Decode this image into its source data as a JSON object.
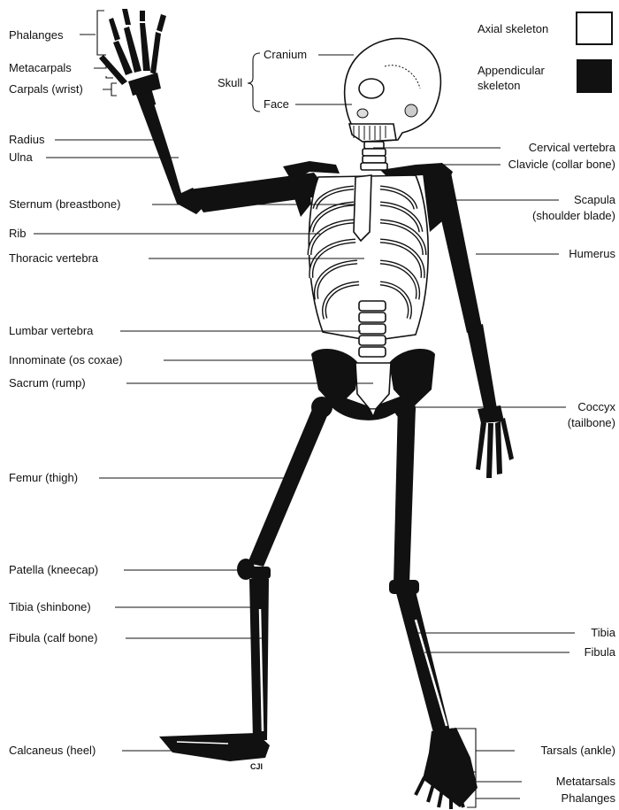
{
  "legend": {
    "axial": "Axial skeleton",
    "appendicular_line1": "Appendicular",
    "appendicular_line2": "skeleton",
    "axial_color": "#ffffff",
    "appendicular_color": "#111111"
  },
  "labels_left": {
    "phalanges": "Phalanges",
    "metacarpals": "Metacarpals",
    "carpals": "Carpals (wrist)",
    "radius": "Radius",
    "ulna": "Ulna",
    "sternum": "Sternum (breastbone)",
    "rib": "Rib",
    "thoracic": "Thoracic vertebra",
    "lumbar": "Lumbar vertebra",
    "innominate": "Innominate (os coxae)",
    "sacrum": "Sacrum (rump)",
    "femur": "Femur (thigh)",
    "patella": "Patella (kneecap)",
    "tibia": "Tibia (shinbone)",
    "fibula": "Fibula (calf bone)",
    "calcaneus": "Calcaneus (heel)"
  },
  "labels_skull": {
    "skull": "Skull",
    "cranium": "Cranium",
    "face": "Face"
  },
  "labels_right": {
    "cervical": "Cervical vertebra",
    "clavicle": "Clavicle (collar bone)",
    "scapula_line1": "Scapula",
    "scapula_line2": "(shoulder blade)",
    "humerus": "Humerus",
    "coccyx_line1": "Coccyx",
    "coccyx_line2": "(tailbone)",
    "tibia": "Tibia",
    "fibula": "Fibula",
    "tarsals": "Tarsals (ankle)",
    "metatarsals": "Metatarsals",
    "phalanges": "Phalanges"
  },
  "signature": "CJI"
}
